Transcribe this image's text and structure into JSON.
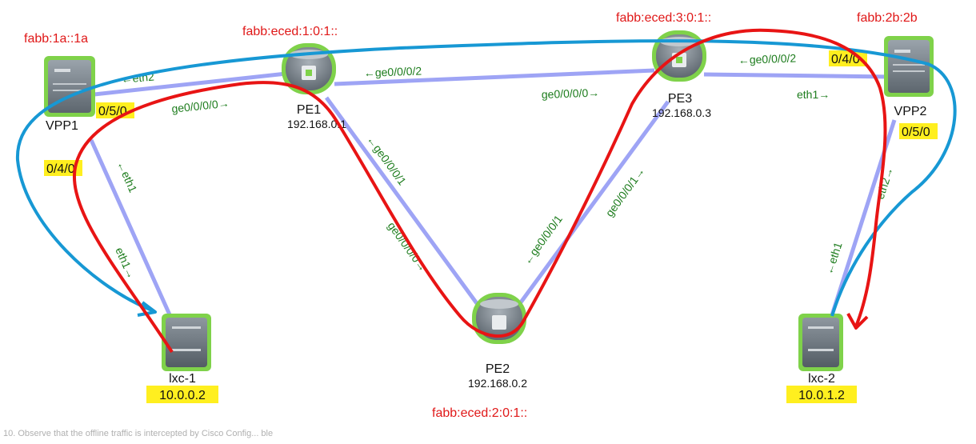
{
  "colors": {
    "link": "#9ea4f5",
    "iface_text": "#1e7d1e",
    "addr_text": "#e01818",
    "highlight": "#ffef1f",
    "path_red": "#e81414",
    "path_blue": "#1798d4",
    "node_green": "#7fd24a"
  },
  "nodes": {
    "vpp1": {
      "name": "VPP1",
      "addr": "fabb:1a::1a",
      "icon": "server-icon"
    },
    "pe1": {
      "name": "PE1",
      "ip": "192.168.0.1",
      "addr": "fabb:eced:1:0:1::",
      "icon": "router-icon"
    },
    "pe2": {
      "name": "PE2",
      "ip": "192.168.0.2",
      "addr": "fabb:eced:2:0:1::",
      "icon": "router-icon"
    },
    "pe3": {
      "name": "PE3",
      "ip": "192.168.0.3",
      "addr": "fabb:eced:3:0:1::",
      "icon": "router-icon"
    },
    "vpp2": {
      "name": "VPP2",
      "addr": "fabb:2b:2b",
      "icon": "server-icon"
    },
    "lxc1": {
      "name": "lxc-1",
      "ip": "10.0.0.2",
      "icon": "switch-icon"
    },
    "lxc2": {
      "name": "lxc-2",
      "ip": "10.0.1.2",
      "icon": "switch-icon"
    }
  },
  "ports": {
    "vpp1_upper": "0/5/0",
    "vpp1_lower": "0/4/0",
    "vpp2_upper": "0/4/0",
    "vpp2_lower": "0/5/0"
  },
  "interfaces": {
    "vpp1_eth2": "←eth2",
    "pe1_ge0_to_vpp1": "ge0/0/0/0→",
    "pe1_ge2": "←ge0/0/0/2",
    "pe1_ge1": "←ge0/0/0/1",
    "pe2_ge0": "ge0/0/0/0→",
    "pe2_ge1": "←ge0/0/0/1",
    "pe3_ge1": "ge0/0/0/1→",
    "pe3_ge0": "ge0/0/0/0→",
    "pe3_ge2": "←ge0/0/0/2",
    "vpp2_eth1": "eth1→",
    "vpp1_eth1": "←eth1",
    "lxc1_eth1": "eth1→",
    "vpp2_eth2": "eth2→",
    "lxc2_eth1": "←eth1"
  },
  "footer": "10. Observe that the offline traffic is intercepted by Cisco Config... ble"
}
